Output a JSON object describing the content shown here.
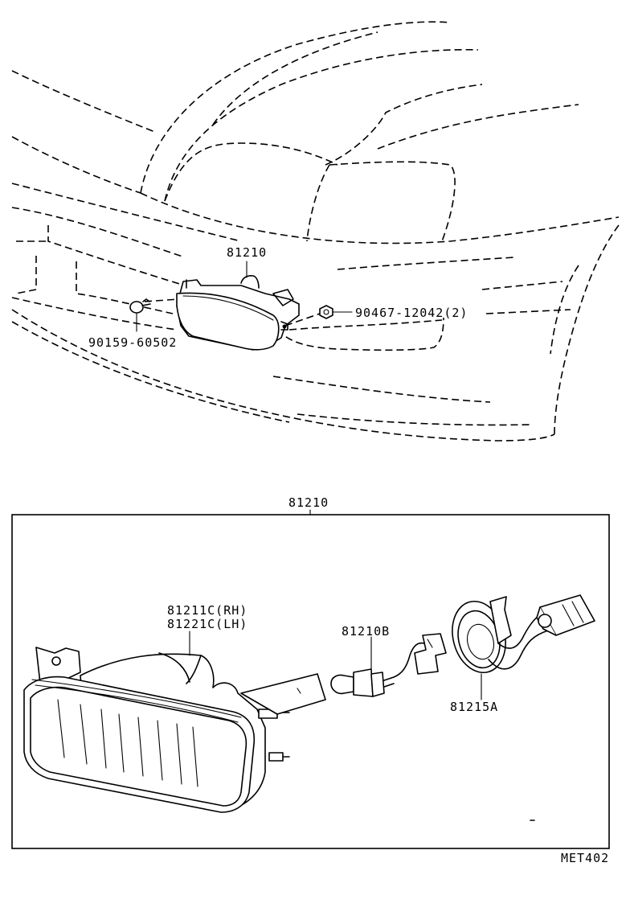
{
  "diagram": {
    "upper": {
      "assembly_label": "81210",
      "screw_label": "90159-60502",
      "clip_label": "90467-12042(2)"
    },
    "detail": {
      "box_label": "81210",
      "lamp_label_rh": "81211C(RH)",
      "lamp_label_lh": "81221C(LH)",
      "bulb_label": "81210B",
      "socket_label": "81215A"
    },
    "figure_code": "MET402"
  }
}
